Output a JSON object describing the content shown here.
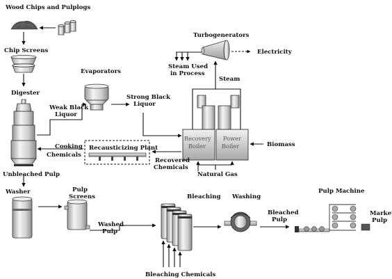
{
  "labels": {
    "wood_chips": "Wood Chips and Pulplogs",
    "chip_screens": "Chip Screens",
    "digester": "Digester",
    "unbleached_pulp": "Unbleached Pulp",
    "evaporators": "Evaporators",
    "weak_black_liquor_1": "Weak Black",
    "weak_black_liquor_2": "Liquor",
    "strong_black_liquor_1": "Strong Black",
    "strong_black_liquor_2": "Liquor",
    "turbogenerators": "Turbogenerators",
    "electricity": "Electricity",
    "steam_used_1": "Steam Used",
    "steam_used_2": "in Process",
    "steam": "Steam",
    "recovery_boiler_1": "Recovery",
    "recovery_boiler_2": "Boiler",
    "power_boiler_1": "Power",
    "power_boiler_2": "Boiler",
    "biomass": "Biomass",
    "natural_gas": "Natural Gas",
    "recausticizing_plant": "Recausticizing Plant",
    "recovered_chemicals_1": "Recovered",
    "recovered_chemicals_2": "Chemicals",
    "cooking_chemicals_1": "Cooking",
    "cooking_chemicals_2": "Chemicals",
    "washer": "Washer",
    "pulp_screens_1": "Pulp",
    "pulp_screens_2": "Screens",
    "washed_pulp_1": "Washed",
    "washed_pulp_2": "Pulp",
    "bleaching": "Bleaching",
    "bleaching_chemicals": "Bleaching Chemicals",
    "washing": "Washing",
    "bleached_pulp_1": "Bleached",
    "bleached_pulp_2": "Pulp",
    "pulp_machine": "Pulp Machine",
    "market_pulp_1": "Market",
    "market_pulp_2": "Pulp"
  }
}
